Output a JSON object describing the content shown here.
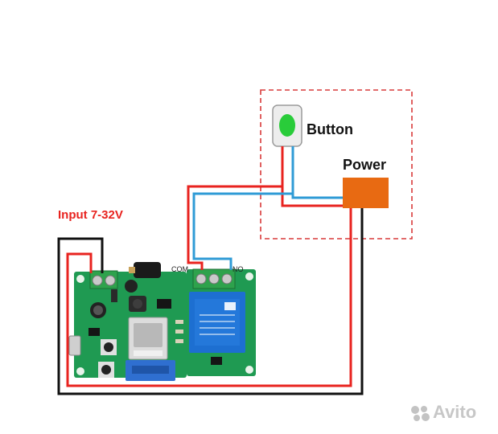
{
  "labels": {
    "input": "Input 7-32V",
    "button": "Button",
    "power": "Power",
    "com": "COM",
    "no": "NO"
  },
  "watermark": "Avito",
  "colors": {
    "wire_red": "#e8231f",
    "wire_blue": "#2f9bd6",
    "wire_black": "#111111",
    "pcb_green": "#1f9a52",
    "relay_blue": "#1d6fd1",
    "power_box": "#e86a12",
    "button_led": "#29cc3a",
    "dashed_frame": "#d93a3a"
  }
}
